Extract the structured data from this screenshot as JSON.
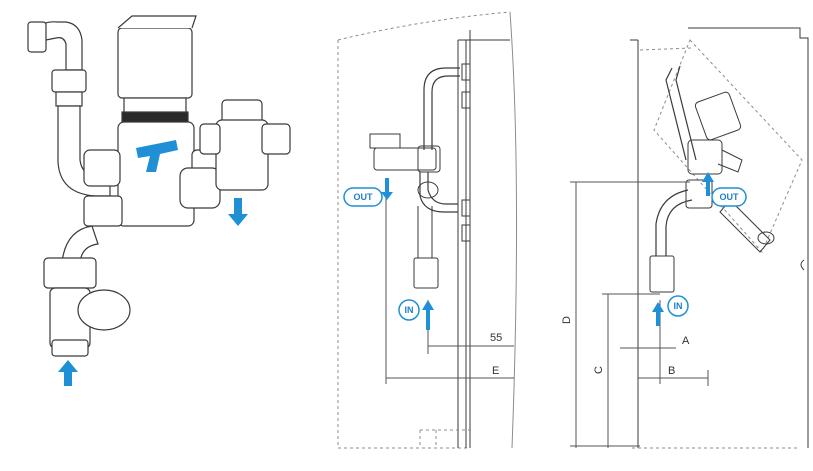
{
  "colors": {
    "line": "#3a3a3a",
    "light_line": "#8c8c8c",
    "accent": "#1f8fd6",
    "badge_fill": "#ffffff"
  },
  "labels": {
    "out": "OUT",
    "in": "IN",
    "dim_55": "55",
    "dim_e": "E",
    "dim_d": "D",
    "dim_c": "C",
    "dim_a": "A",
    "dim_b": "B"
  },
  "icons": {
    "flow_down_arrow": "arrow-down-icon",
    "flow_up_arrow": "arrow-up-icon"
  }
}
